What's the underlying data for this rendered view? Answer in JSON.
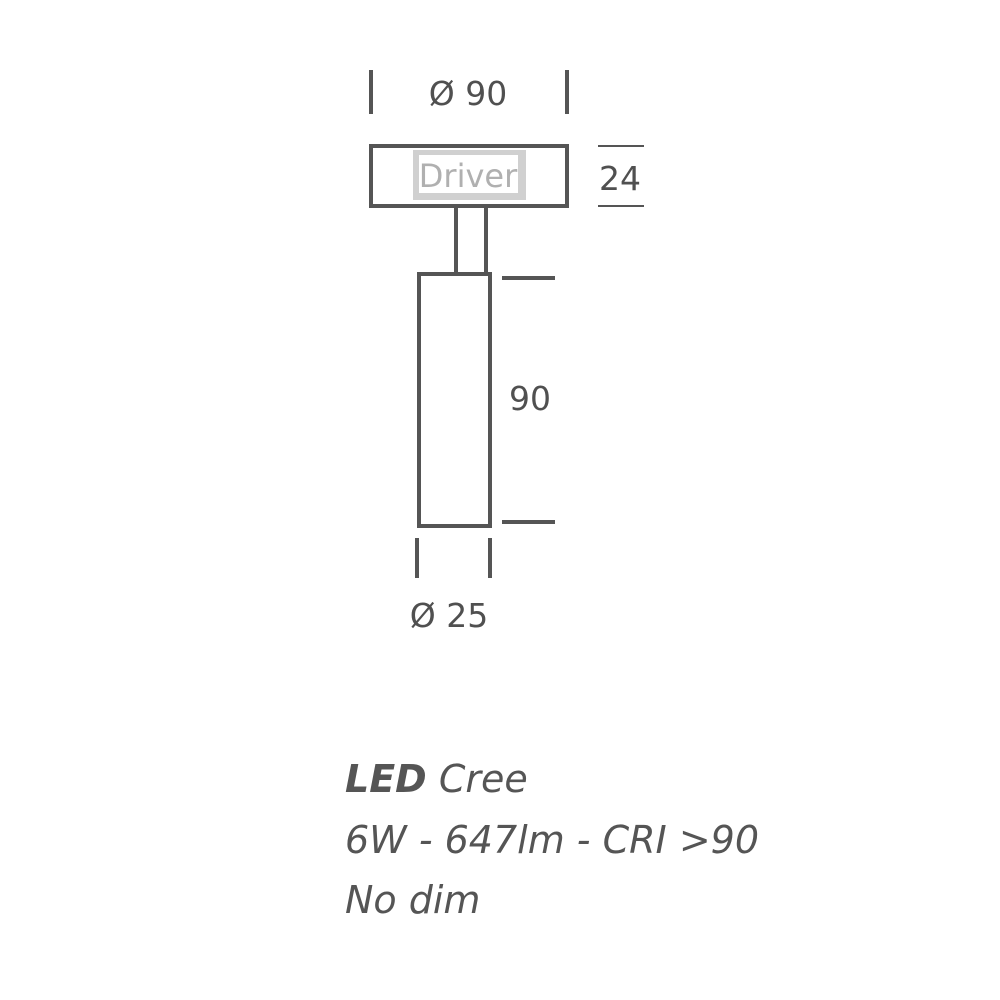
{
  "dimensions": {
    "top_diameter": "Ø 90",
    "driver_height": "24",
    "body_length": "90",
    "body_diameter": "Ø 25"
  },
  "driver_label": "Driver",
  "specs": {
    "led_label": "LED",
    "led_brand": "Cree",
    "power_line": "6W - 647lm - CRI >90",
    "dimming": "No dim"
  },
  "colors": {
    "line": "#555555",
    "driver_box": "#d0d0d0",
    "driver_text": "#b0b0b0"
  }
}
